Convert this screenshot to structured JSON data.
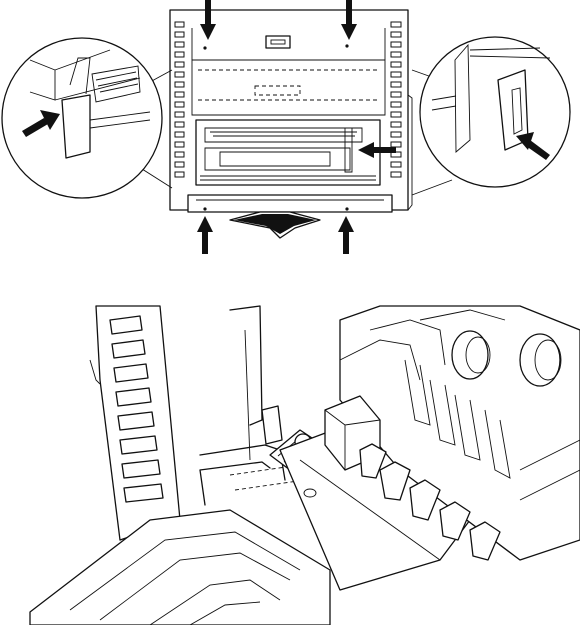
{
  "figure": {
    "panels": [
      {
        "id": "top",
        "subject": "printer-front-view",
        "callouts": [
          "left-zoom-circle",
          "right-zoom-circle"
        ],
        "arrows": 7
      },
      {
        "id": "bottom",
        "subject": "printer-interior-side-view"
      }
    ],
    "colors": {
      "line": "#111111",
      "background": "#ffffff",
      "arrow_fill": "#111111"
    }
  }
}
